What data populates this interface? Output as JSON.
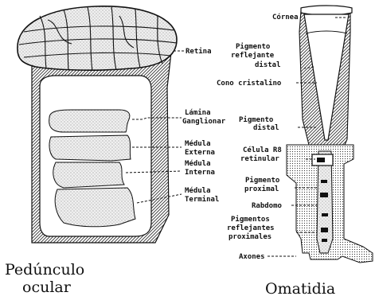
{
  "left_figure": {
    "labels": {
      "retina": "Retina",
      "lamina_1": "Lámina",
      "lamina_2": "Ganglionar",
      "med_ext_1": "Médula",
      "med_ext_2": "Externa",
      "med_int_1": "Médula",
      "med_int_2": "Interna",
      "med_term_1": "Médula",
      "med_term_2": "Terminal"
    },
    "caption_1": "Pedúnculo",
    "caption_2": "ocular"
  },
  "right_figure": {
    "labels": {
      "cornea": "Córnea",
      "pig_dist_refl_1": "Pigmento",
      "pig_dist_refl_2": "reflejante",
      "pig_dist_refl_3": "distal",
      "cono": "Cono cristalino",
      "pig_distal_1": "Pigmento",
      "pig_distal_2": "distal",
      "celula_1": "Célula R8",
      "celula_2": "retinular",
      "pig_prox_1": "Pigmento",
      "pig_prox_2": "proximal",
      "rabdomo": "Rabdomo",
      "pig_refl_prox_1": "Pigmentos",
      "pig_refl_prox_2": "reflejantes",
      "pig_refl_prox_3": "proximales",
      "axones": "Axones"
    },
    "caption": "Omatidia"
  }
}
